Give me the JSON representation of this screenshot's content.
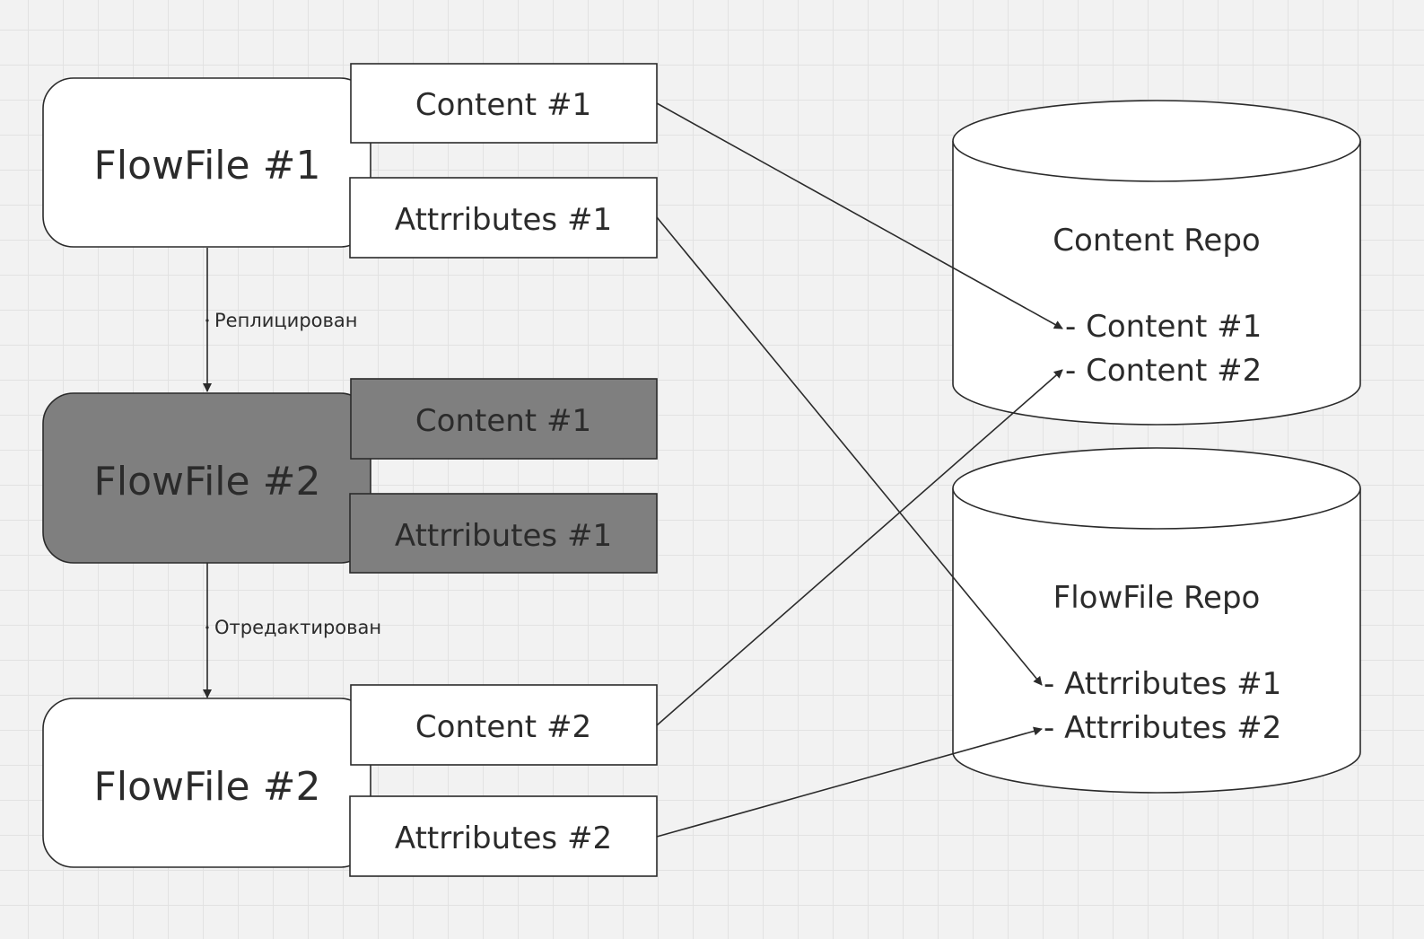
{
  "colors": {
    "background": "#f2f2f2",
    "node": "#ffffff",
    "node_dark": "#7f7f7f",
    "stroke": "#2b2b2b"
  },
  "nodes": {
    "ff1": {
      "title": "FlowFile #1",
      "content": "Content #1",
      "attributes": "Attrributes #1"
    },
    "ff2_copy": {
      "title": "FlowFile #2",
      "content": "Content #1",
      "attributes": "Attrributes #1"
    },
    "ff2_edit": {
      "title": "FlowFile #2",
      "content": "Content #2",
      "attributes": "Attrributes #2"
    }
  },
  "edges": {
    "replicated": "Реплицирован",
    "edited": "Отредактирован"
  },
  "repos": {
    "content": {
      "title": "Content Repo",
      "items": [
        "- Content #1",
        "- Content #2"
      ]
    },
    "flowfile": {
      "title": "FlowFile Repo",
      "items": [
        "- Attrributes #1",
        "- Attrributes #2"
      ]
    }
  }
}
